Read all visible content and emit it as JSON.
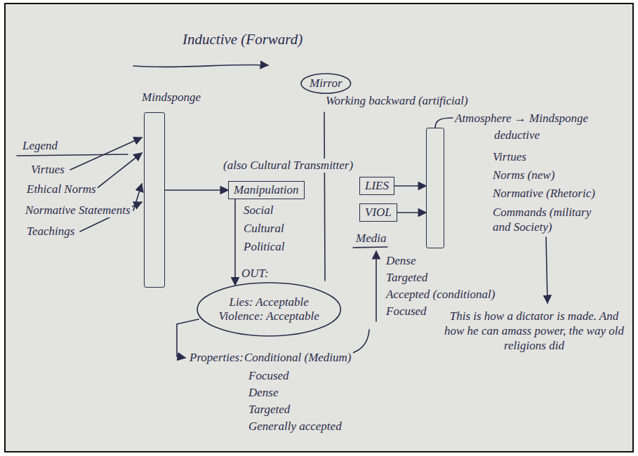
{
  "diagram": {
    "title": "Inductive (Forward)",
    "nodes": [
      {
        "text": [
          "Mindsponge"
        ]
      },
      {
        "text": [
          "Manipulation"
        ]
      },
      {
        "text": [
          "Lies: Acceptable",
          "Violence: Acceptable"
        ]
      },
      {
        "text": [
          "Mirror"
        ]
      },
      {
        "text": [
          "LIES"
        ]
      },
      {
        "text": [
          "VIOL"
        ]
      },
      {
        "text": [
          "Atmosphere → Mindsponge",
          "deductive"
        ]
      }
    ],
    "edges": [
      {
        "from": 0,
        "to": 1,
        "arrow": "to"
      },
      {
        "from": 1,
        "to": 2,
        "arrow": "to"
      },
      {
        "from": 4,
        "to": 6,
        "arrow": "to"
      },
      {
        "from": 5,
        "to": 6,
        "arrow": "to"
      }
    ],
    "labels": [
      "Legend",
      "Virtues",
      "Ethical Norms",
      "Normative Statements",
      "Teachings",
      "(also Cultural Transmitter)",
      "Social",
      "Cultural",
      "Political",
      "OUT:",
      "Properties:",
      "Conditional (Medium)",
      "Focused",
      "Dense",
      "Targeted",
      "Generally accepted",
      "Working backward (artificial)",
      "Media",
      "Dense",
      "Targeted",
      "Accepted (conditional)",
      "Focused",
      "Virtues",
      "Norms (new)",
      "Normative (Rhetoric)",
      "Commands (military and Society)",
      "This is how a dictator is made. And how he can amass power, the way old religions did"
    ]
  }
}
